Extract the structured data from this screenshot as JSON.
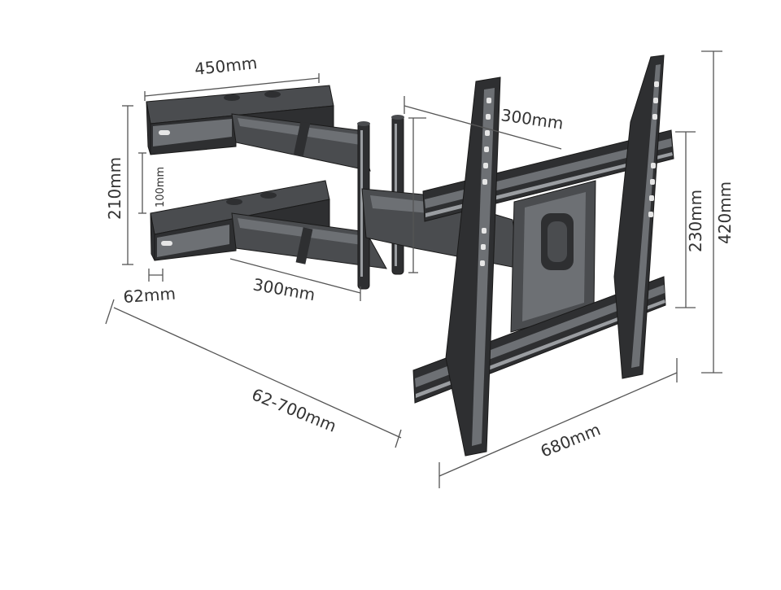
{
  "colors": {
    "background": "#ffffff",
    "metal_dark": "#2e2f31",
    "metal_mid": "#4a4c4f",
    "metal_light": "#6d7074",
    "dimension_line": "#555555",
    "label_text": "#333333"
  },
  "dimensions": {
    "wall_plate_width": "450mm",
    "arm_offset": "300mm",
    "wall_plate_height": "210mm",
    "plate_gap": "100mm",
    "vesa_height": "230mm",
    "total_height": "420mm",
    "wall_depth": "62mm",
    "arm_length": "300mm",
    "extension_range": "62-700mm",
    "rail_width": "680mm"
  }
}
